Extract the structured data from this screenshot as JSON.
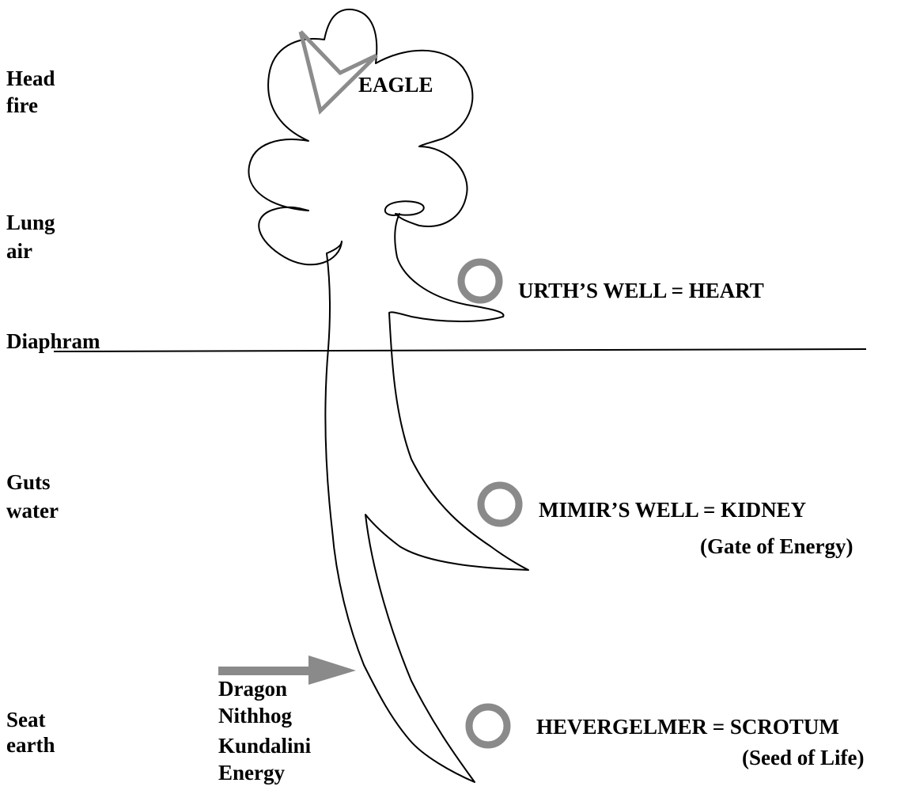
{
  "zones": [
    {
      "line1": "Head",
      "line2": "fire"
    },
    {
      "line1": "Lung",
      "line2": "air"
    },
    {
      "line1": "Guts",
      "line2": "water"
    },
    {
      "line1": "Seat",
      "line2": "earth"
    }
  ],
  "divider_label": "Diaphram",
  "crown_label": "EAGLE",
  "wells": [
    {
      "label": "URTH’S WELL = HEART",
      "sublabel": ""
    },
    {
      "label": "MIMIR’S WELL = KIDNEY",
      "sublabel": "(Gate of Energy)"
    },
    {
      "label": "HEVERGELMER = SCROTUM",
      "sublabel": "(Seed of Life)"
    }
  ],
  "dragon_lines": [
    "Dragon",
    "Nithhog",
    "Kundalini",
    "Energy"
  ],
  "colors": {
    "ink": "#000000",
    "well_ring": "#8a8a8a",
    "eagle": "#8c8c8c",
    "arrow": "#8a8a8a",
    "background": "#ffffff"
  },
  "icons": {
    "well": "ring-icon",
    "eagle": "eagle-v-icon",
    "arrow": "right-arrow-icon"
  }
}
